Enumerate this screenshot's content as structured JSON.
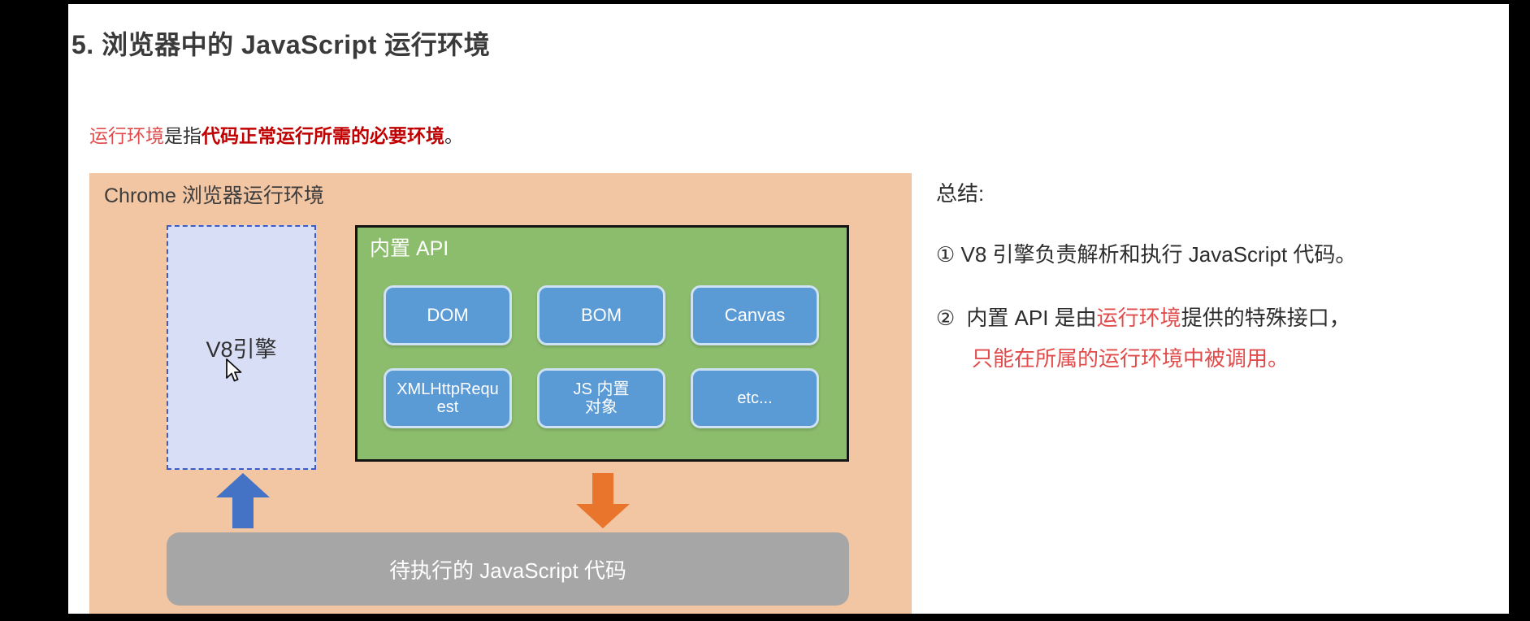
{
  "page": {
    "title": "5. 浏览器中的 JavaScript 运行环境"
  },
  "intro": {
    "red_lead": "运行环境",
    "plain_mid": "是指",
    "red_bold": "代码正常运行所需的必要环境",
    "tail": "。"
  },
  "diagram": {
    "container_label": "Chrome 浏览器运行环境",
    "v8_label": "V8引擎",
    "api_panel_label": "内置 API",
    "api_row1": [
      "DOM",
      "BOM",
      "Canvas"
    ],
    "api_row2": [
      "XMLHttpRequest",
      "JS 内置\n对象",
      "etc..."
    ],
    "code_bar_label": "待执行的 JavaScript 代码"
  },
  "summary": {
    "heading": "总结:",
    "item1": "① V8 引擎负责解析和执行 JavaScript 代码。",
    "item2_marker": "②",
    "item2_part1": "内置 API 是由",
    "item2_red1": "运行环境",
    "item2_part2": "提供的特殊接口，",
    "item2_line2_red": "只能在所属的运行环境中被调用。"
  },
  "colors": {
    "diagram_bg": "#F2C5A3",
    "v8_fill": "#D8DEF6",
    "v8_border": "#3D5CC8",
    "api_panel_green": "#8CBD6C",
    "api_button_blue": "#5B9BD5",
    "arrow_up_blue": "#4472C4",
    "arrow_down_orange": "#E8752B",
    "code_bar_gray": "#A6A6A6",
    "accent_red": "#E14B4B",
    "bold_red": "#C00000"
  }
}
